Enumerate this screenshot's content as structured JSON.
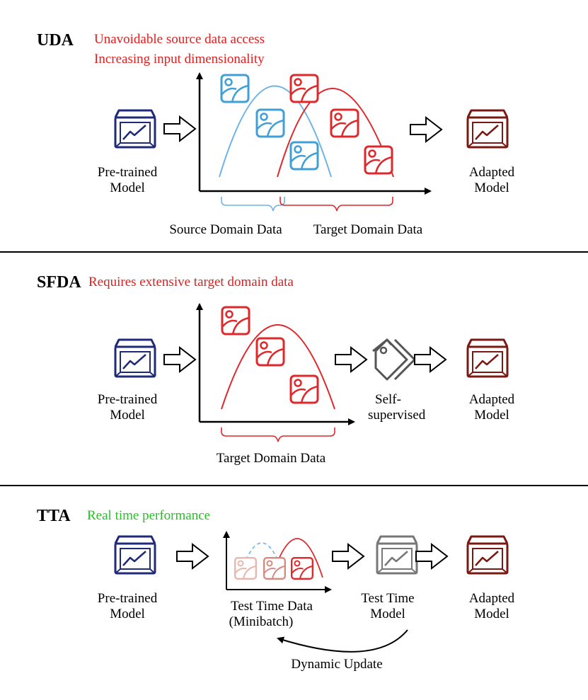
{
  "colors": {
    "pretrained": "#1f2a78",
    "adapted": "#7a1812",
    "source": "#3f9fd6",
    "target": "#e0282b",
    "note_red": "#e02020",
    "note_green": "#22c322",
    "gray": "#555555"
  },
  "icons": {
    "model_box": "box-chart-icon",
    "data_image": "image-sample-icon",
    "arrow": "hollow-arrow-icon",
    "tag": "price-tag-icon"
  },
  "uda": {
    "title": "UDA",
    "note1": "Unavoidable source data access",
    "note2": "Increasing input dimensionality",
    "pretrained_line1": "Pre-trained",
    "pretrained_line2": "Model",
    "source_label": "Source Domain Data",
    "target_label": "Target Domain Data",
    "adapted_line1": "Adapted",
    "adapted_line2": "Model"
  },
  "sfda": {
    "title": "SFDA",
    "note": "Requires extensive target domain data",
    "pretrained_line1": "Pre-trained",
    "pretrained_line2": "Model",
    "target_label": "Target Domain Data",
    "selfsup_line1": "Self-",
    "selfsup_line2": "supervised",
    "adapted_line1": "Adapted",
    "adapted_line2": "Model"
  },
  "tta": {
    "title": "TTA",
    "note": "Real time performance",
    "pretrained_line1": "Pre-trained",
    "pretrained_line2": "Model",
    "data_line1": "Test Time Data",
    "data_line2": "(Minibatch)",
    "testmodel_line1": "Test Time",
    "testmodel_line2": "Model",
    "adapted_line1": "Adapted",
    "adapted_line2": "Model",
    "update_label": "Dynamic Update"
  }
}
